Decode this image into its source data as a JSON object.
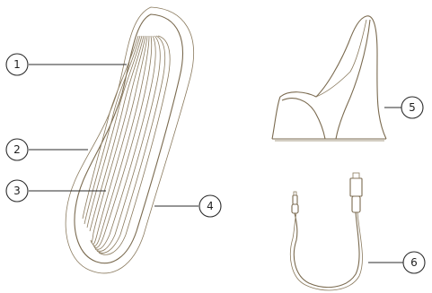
{
  "callouts": [
    {
      "id": "1",
      "label": "1"
    },
    {
      "id": "2",
      "label": "2"
    },
    {
      "id": "3",
      "label": "3"
    },
    {
      "id": "4",
      "label": "4"
    },
    {
      "id": "5",
      "label": "5"
    },
    {
      "id": "6",
      "label": "6"
    }
  ],
  "colors": {
    "outline": "#7a6a4f",
    "callout_stroke": "#2b2b2b",
    "background": "#ffffff"
  }
}
